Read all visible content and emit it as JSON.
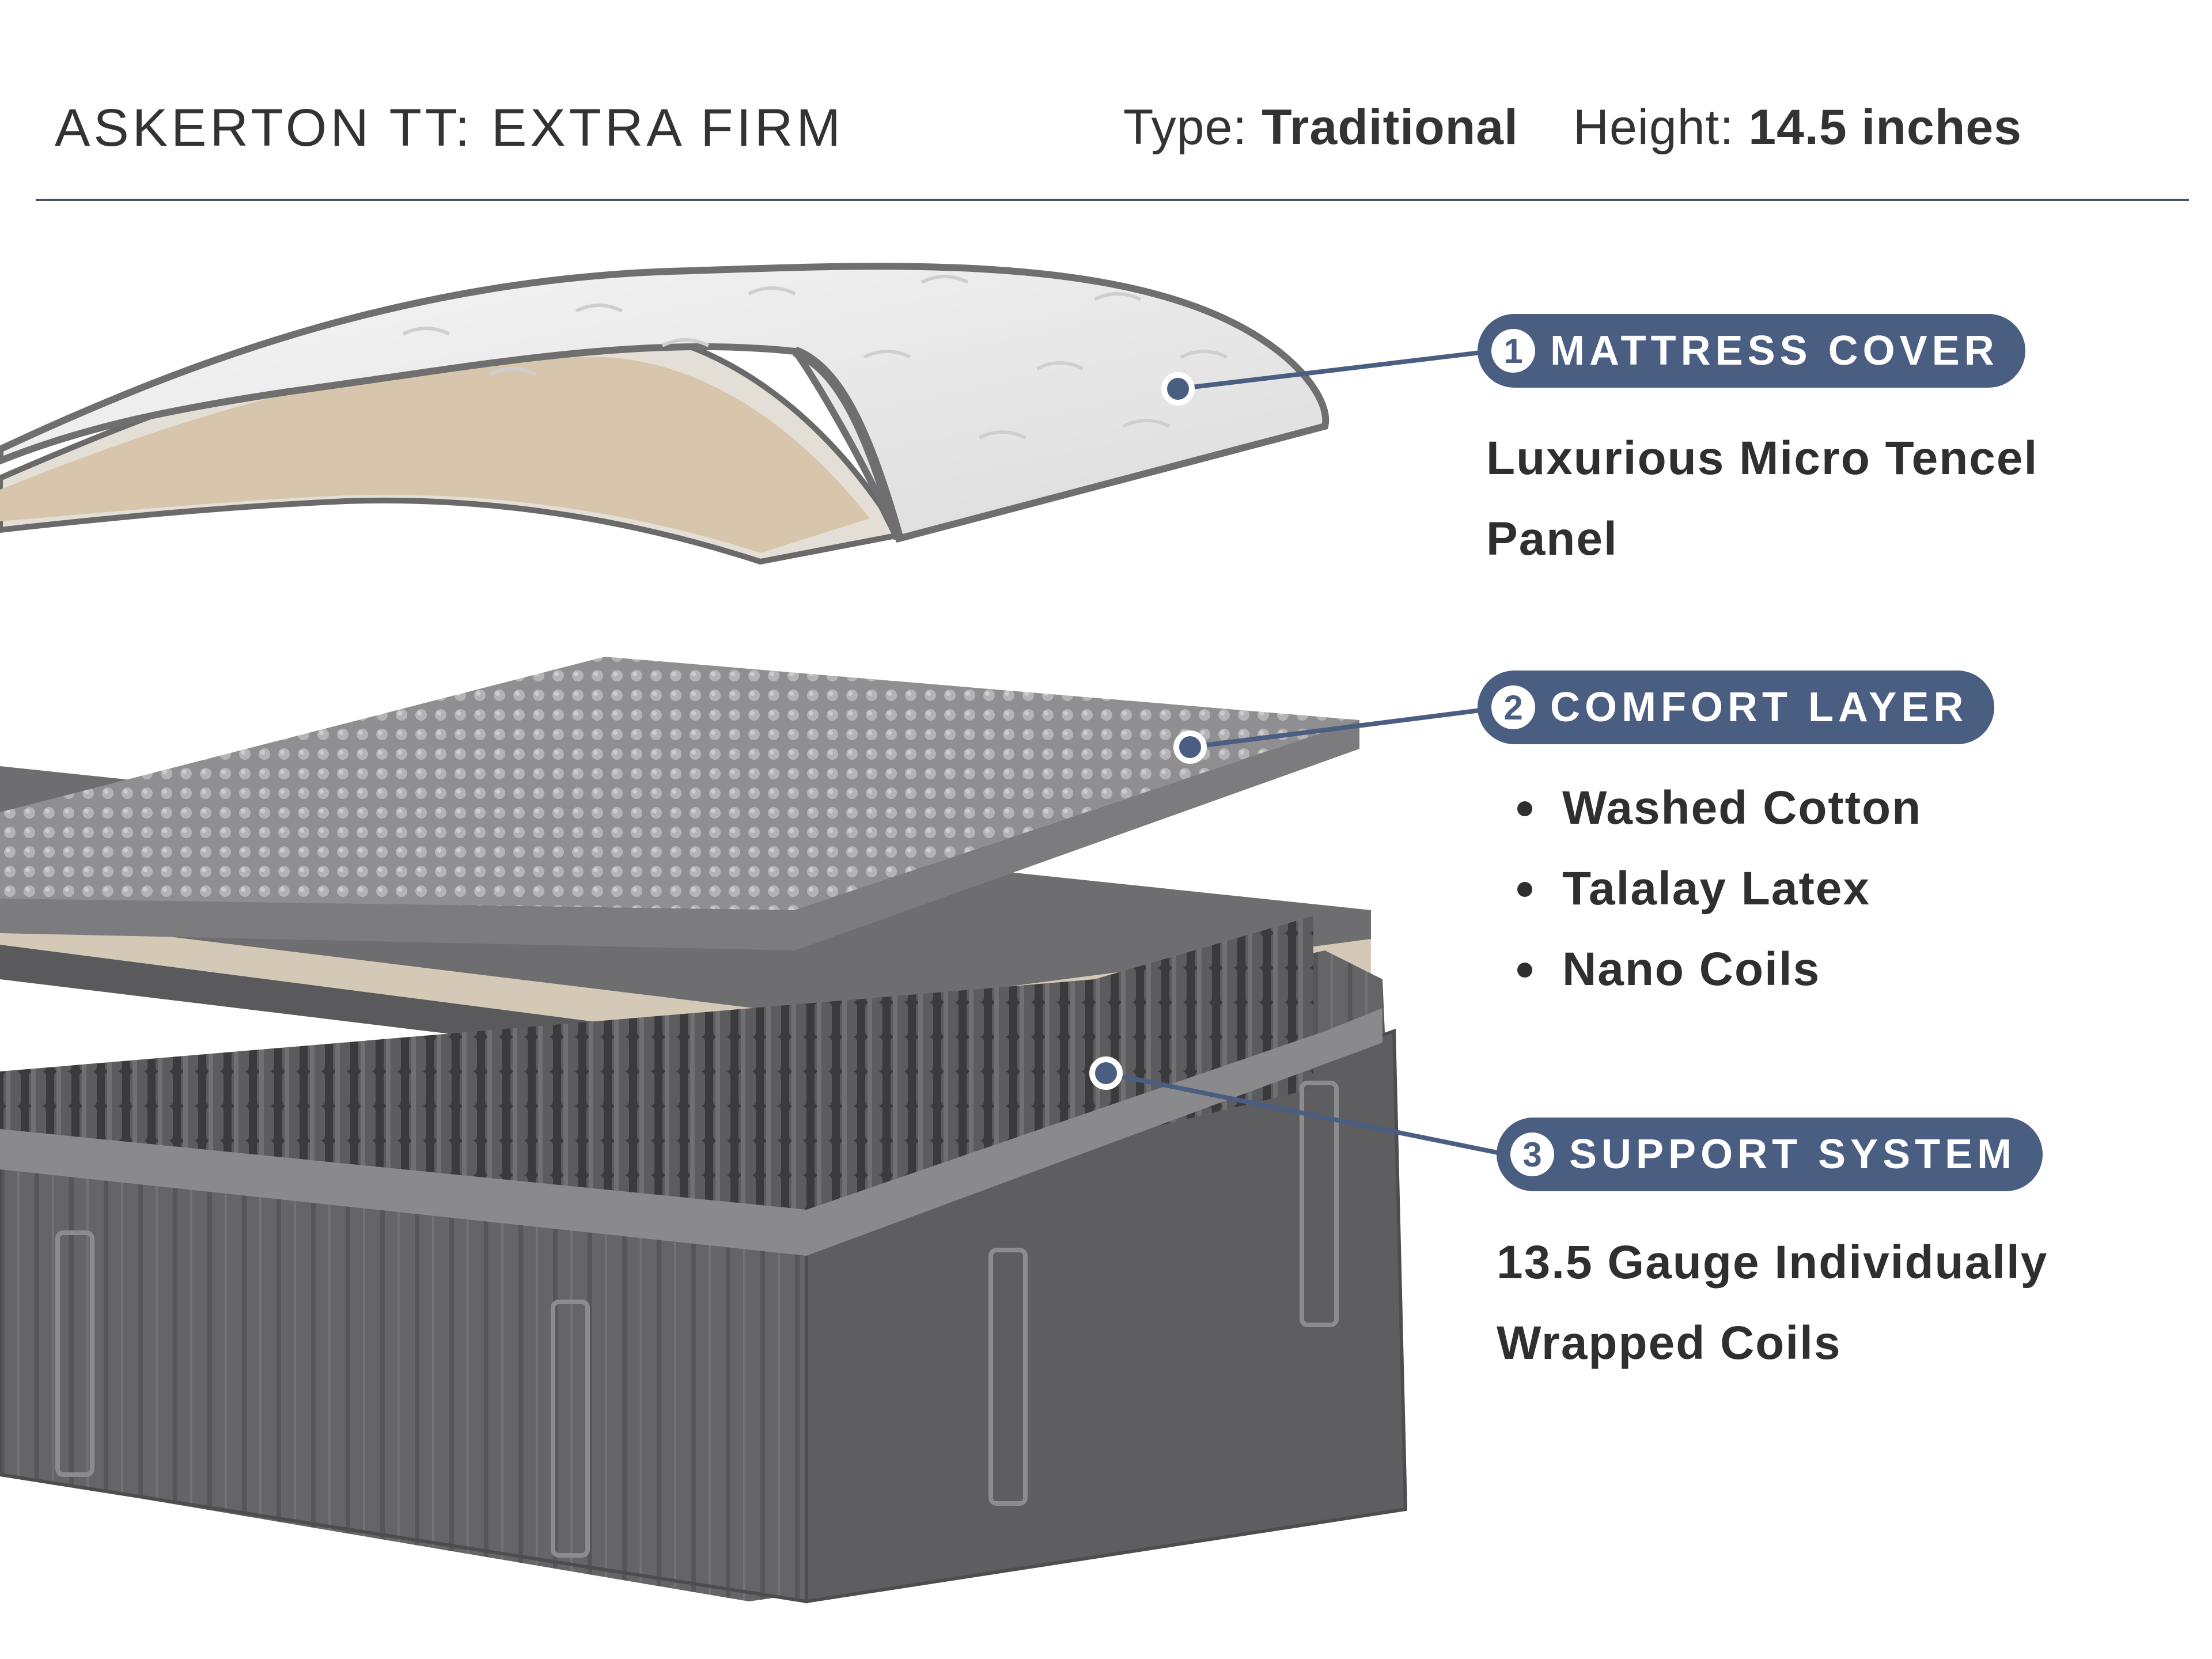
{
  "header": {
    "title": "ASKERTON TT: EXTRA FIRM",
    "type_label": "Type:",
    "type_value": "Traditional",
    "height_label": "Height:",
    "height_value": "14.5 inches"
  },
  "colors": {
    "accent": "#4a5e82",
    "divider": "#4a5260",
    "text": "#2f2f2f"
  },
  "layers": [
    {
      "number": "1",
      "title": "MATTRESS COVER",
      "description_lines": [
        "Luxurious Micro Tencel",
        "Panel"
      ]
    },
    {
      "number": "2",
      "title": "COMFORT LAYER",
      "bullets": [
        "Washed Cotton",
        "Talalay Latex",
        "Nano Coils"
      ]
    },
    {
      "number": "3",
      "title": "SUPPORT SYSTEM",
      "description_lines": [
        "13.5 Gauge Individually",
        "Wrapped Coils"
      ]
    }
  ]
}
